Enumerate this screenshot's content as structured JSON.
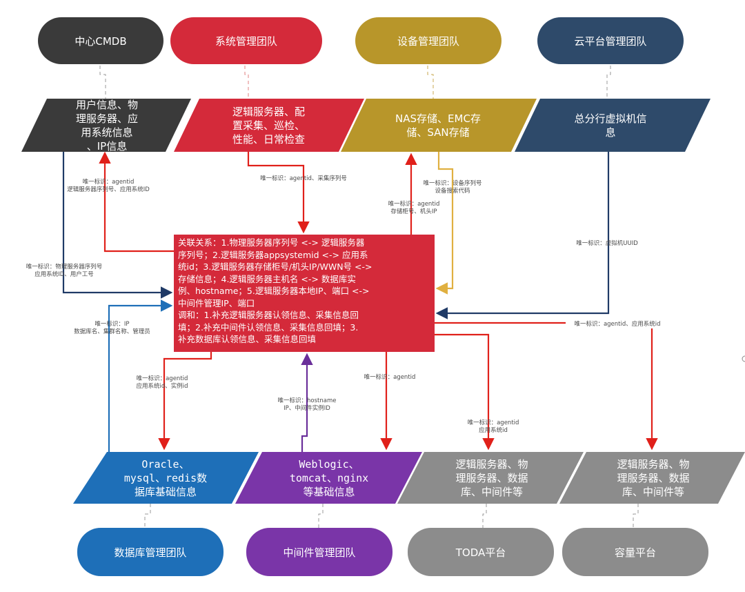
{
  "colors": {
    "cmdb": "#3a3a3a",
    "system": "#d42a3a",
    "device": "#b8962a",
    "cloud": "#2e4a6a",
    "database": "#1e6fb8",
    "middleware": "#7a35a8",
    "gray": "#8c8c8c"
  },
  "top_teams": [
    {
      "label": "中心CMDB"
    },
    {
      "label": "系统管理团队"
    },
    {
      "label": "设备管理团队"
    },
    {
      "label": "云平台管理团队"
    }
  ],
  "top_info": [
    {
      "lines": [
        "用户信息、物",
        "理服务器、应",
        "用系统信息",
        "、IP信息"
      ]
    },
    {
      "lines": [
        "逻辑服务器、配",
        "置采集、巡检、",
        "性能、日常检查"
      ]
    },
    {
      "lines": [
        "NAS存储、EMC存",
        "储、SAN存储"
      ]
    },
    {
      "lines": [
        "总分行虚拟机信",
        "息"
      ]
    }
  ],
  "center": {
    "lines": [
      "关联关系：1.物理服务器序列号 <-> 逻辑服务器",
      "序列号；2.逻辑服务器appsystemid <-> 应用系",
      "统id；3.逻辑服务器存储柜号/机头IP/WWN号 <->",
      "存储信息；4.逻辑服务器主机名 <-> 数据库实",
      "例、hostname；5.逻辑服务器本地IP、端口 <->",
      "中间件管理IP、端口",
      "调和：1.补充逻辑服务器认领信息、采集信息回",
      "填；2.补充中间件认领信息、采集信息回填；3.",
      "补充数据库认领信息、采集信息回填"
    ]
  },
  "bottom_info": [
    {
      "lines": [
        "Oracle、",
        "mysql、redis数",
        "据库基础信息"
      ]
    },
    {
      "lines": [
        "Weblogic、",
        "tomcat、nginx",
        "等基础信息"
      ]
    },
    {
      "lines": [
        "逻辑服务器、物",
        "理服务器、数据",
        "库、中间件等"
      ]
    },
    {
      "lines": [
        "逻辑服务器、物",
        "理服务器、数据",
        "库、中间件等"
      ]
    }
  ],
  "bottom_teams": [
    {
      "label": "数据库管理团队"
    },
    {
      "label": "中间件管理团队"
    },
    {
      "label": "TODA平台"
    },
    {
      "label": "容量平台"
    }
  ],
  "labels": {
    "cmdb_up": [
      "唯一标识：agentid",
      "逻辑服务器序列号、应用系统ID"
    ],
    "cmdb_down": [
      "唯一标识：物理服务器序列号",
      "应用系统ID、用户工号"
    ],
    "system_down": [
      "唯一标识：agentid、采集序列号"
    ],
    "device_down": [
      "唯一标识：设备序列号",
      "设备搜索代码"
    ],
    "device_up": [
      "唯一标识：agentid",
      "存储柜号、机头IP"
    ],
    "cloud_down": [
      "唯一标识：虚拟机UUID"
    ],
    "db_up": [
      "唯一标识：IP",
      "数据库名、集群名称、管理员"
    ],
    "db_down": [
      "唯一标识：agentid",
      "应用系统id、实例id"
    ],
    "mw_up": [
      "唯一标识：hostname",
      "IP、中间件实例ID"
    ],
    "mw_down": [
      "唯一标识：agentid"
    ],
    "toda_down": [
      "唯一标识：agentid",
      "应用系统id"
    ],
    "capacity_down": [
      "唯一标识：agentid、应用系统id"
    ]
  }
}
